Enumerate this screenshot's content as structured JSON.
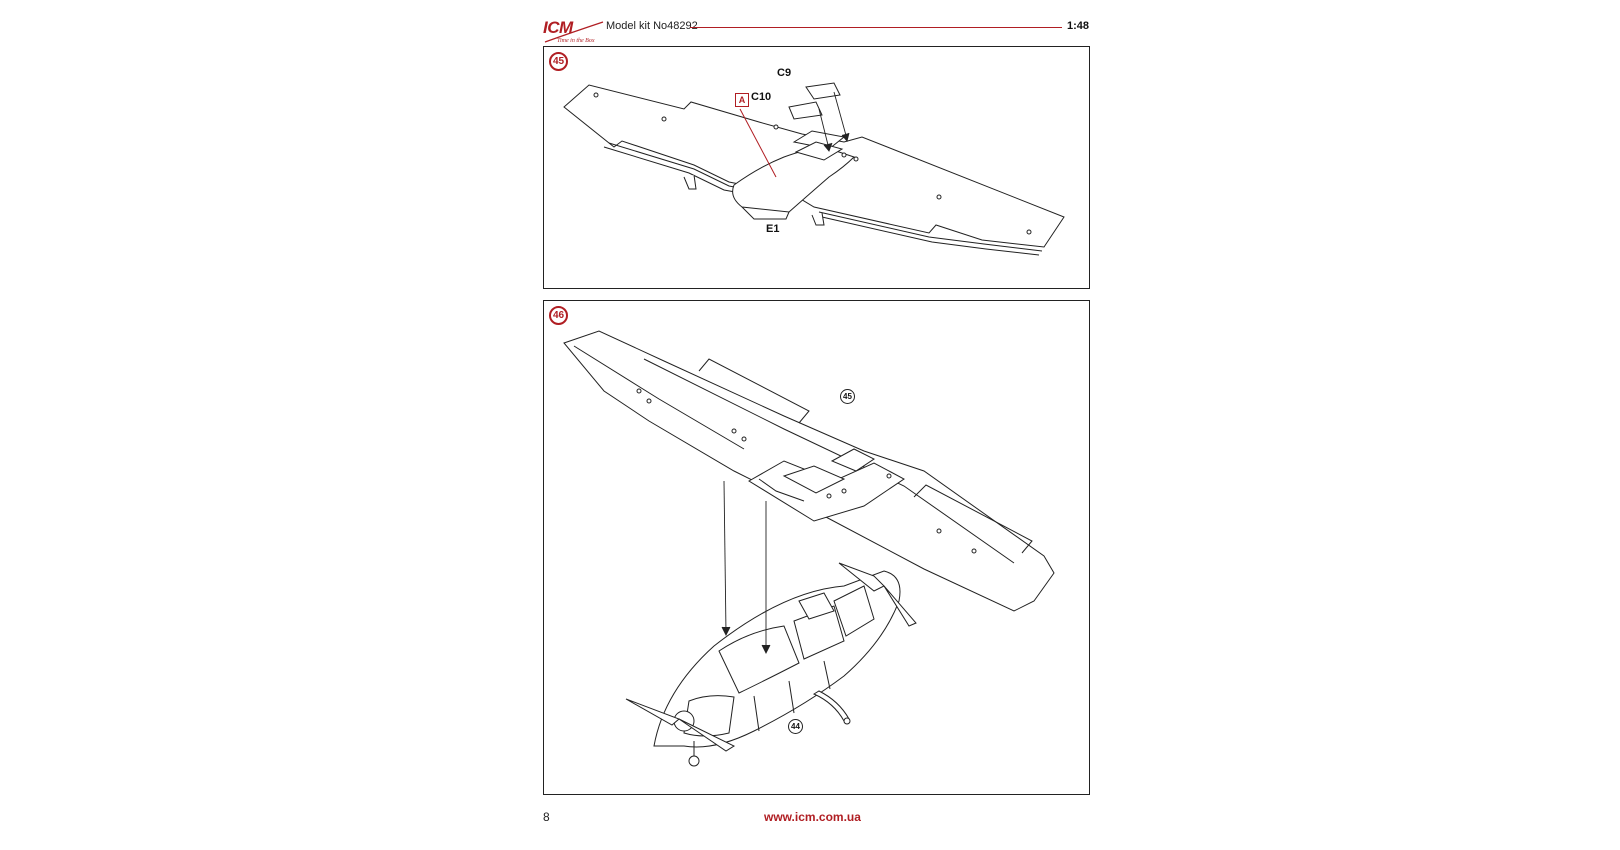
{
  "header": {
    "logo_text": "ICM",
    "logo_tagline": "Time in the Box",
    "model_kit": "Model kit No48292",
    "scale": "1:48",
    "accent_color": "#b01e23"
  },
  "step45": {
    "number": "45",
    "paint_code": "A",
    "parts": {
      "c9": "C9",
      "c10": "C10",
      "e1": "E1"
    }
  },
  "step46": {
    "number": "46",
    "ref_wing": "45",
    "ref_fuselage": "44"
  },
  "footer": {
    "page_number": "8",
    "website": "www.icm.com.ua"
  }
}
